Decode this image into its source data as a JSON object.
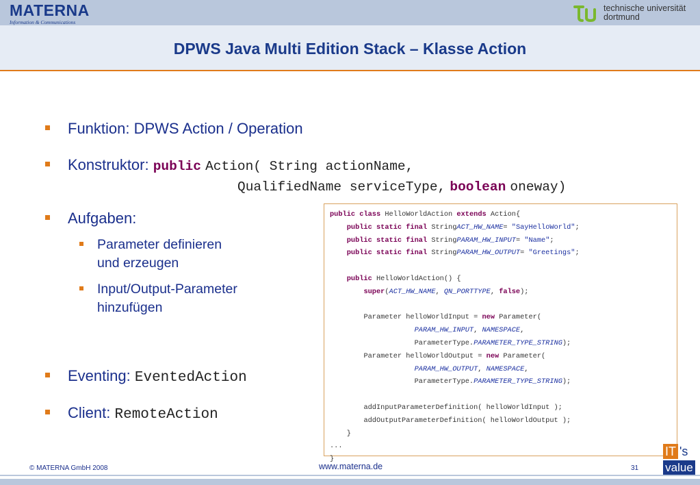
{
  "header": {
    "logo_name": "MATERNA",
    "logo_subtitle": "Information & Communications",
    "university_line1": "technische universität",
    "university_line2": "dortmund",
    "title": "DPWS Java Multi Edition Stack – Klasse Action"
  },
  "bullets": {
    "funktion": "Funktion: DPWS Action / Operation",
    "konstruktor_label": "Konstruktor:",
    "konstruktor_public": "public",
    "konstruktor_line1_rest": "Action( String actionName,",
    "konstruktor_line2_a": "QualifiedName serviceType,",
    "konstruktor_boolean": "boolean",
    "konstruktor_line2_b": "oneway)",
    "aufgaben": "Aufgaben:",
    "sub1_line1": "Parameter definieren",
    "sub1_line2": "und erzeugen",
    "sub2_line1": "Input/Output-Parameter",
    "sub2_line2": "hinzufügen",
    "eventing_label": "Eventing:",
    "eventing_code": "EventedAction",
    "client_label": "Client:",
    "client_code": "RemoteAction"
  },
  "code": {
    "kw_public": "public",
    "kw_class": "class",
    "kw_static": "static",
    "kw_final": "final",
    "kw_extends": "extends",
    "kw_super": "super",
    "kw_false": "false",
    "kw_new": "new",
    "class_name": "HelloWorldAction",
    "base_class": "Action{",
    "type_string": "String",
    "const_name": "ACT_HW_NAME",
    "const_input": "PARAM_HW_INPUT",
    "const_output": "PARAM_HW_OUTPUT",
    "str_name": "\"SayHelloWorld\"",
    "str_input": "\"Name\"",
    "str_output": "\"Greetings\"",
    "ctor": "HelloWorldAction() {",
    "qn_porttype": "QN_PORTTYPE",
    "namespace": "NAMESPACE",
    "param_decl_in": "Parameter helloWorldInput =",
    "param_decl_out": "Parameter helloWorldOutput =",
    "param_ctor": "Parameter(",
    "param_type": "ParameterType.",
    "param_type_string": "PARAMETER_TYPE_STRING",
    "add_input": "addInputParameterDefinition( helloWorldInput );",
    "add_output": "addOutputParameterDefinition( helloWorldOutput );",
    "ellipsis": "..."
  },
  "footer": {
    "copyright": "© MATERNA GmbH 2008",
    "website": "www.materna.de",
    "page_number": "31",
    "its_it": "IT",
    "its_s": "'s",
    "its_value": "value"
  },
  "colors": {
    "accent_orange": "#e07b1a",
    "brand_blue": "#1a3a8a",
    "keyword_purple": "#7a0055"
  }
}
